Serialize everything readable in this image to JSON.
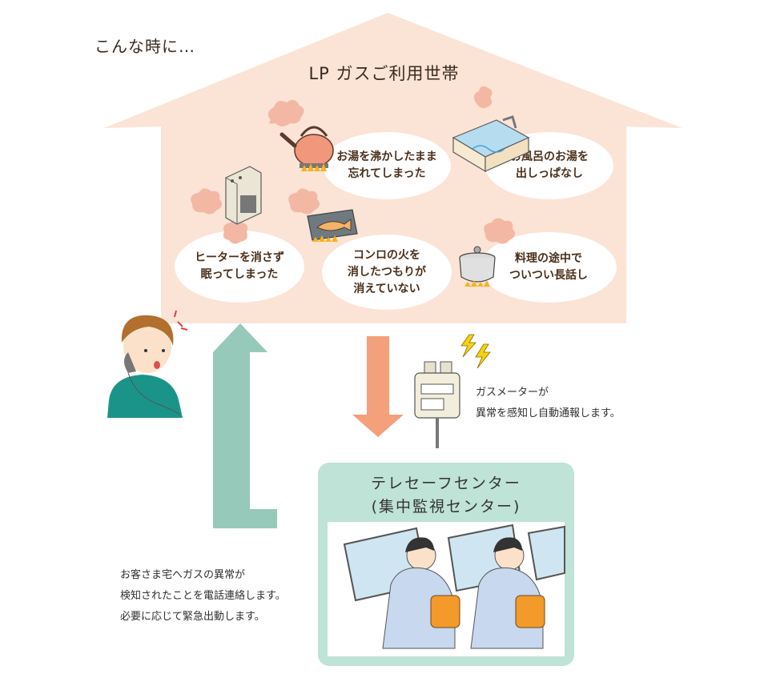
{
  "intro": "こんな時に…",
  "house_title": "LP ガスご利用世帯",
  "situations": [
    {
      "text": "お湯を沸かしたまま\n忘れてしまった",
      "icon": "kettle-icon"
    },
    {
      "text": "お風呂のお湯を\n出しっぱなし",
      "icon": "bathtub-icon"
    },
    {
      "text": "ヒーターを消さず\n眠ってしまった",
      "icon": "heater-icon"
    },
    {
      "text": "コンロの火を\n消したつもりが\n消えていない",
      "icon": "grill-fish-icon"
    },
    {
      "text": "料理の途中で\nついつい長話し",
      "icon": "cooking-pot-icon"
    }
  ],
  "meter_note": "ガスメーターが\n異常を感知し自動通報します。",
  "center_title": "テレセーフセンター\n(集中監視センター)",
  "phone_note": "お客さま宅へガスの異常が\n検知されたことを電話連絡します。\n必要に応じて緊急出動します。",
  "colors": {
    "house": "#fbe3d6",
    "down_arrow": "#f4a07a",
    "up_arrow": "#97c9bb",
    "center_box": "#bfe3d6",
    "chair": "#f39a2a"
  }
}
